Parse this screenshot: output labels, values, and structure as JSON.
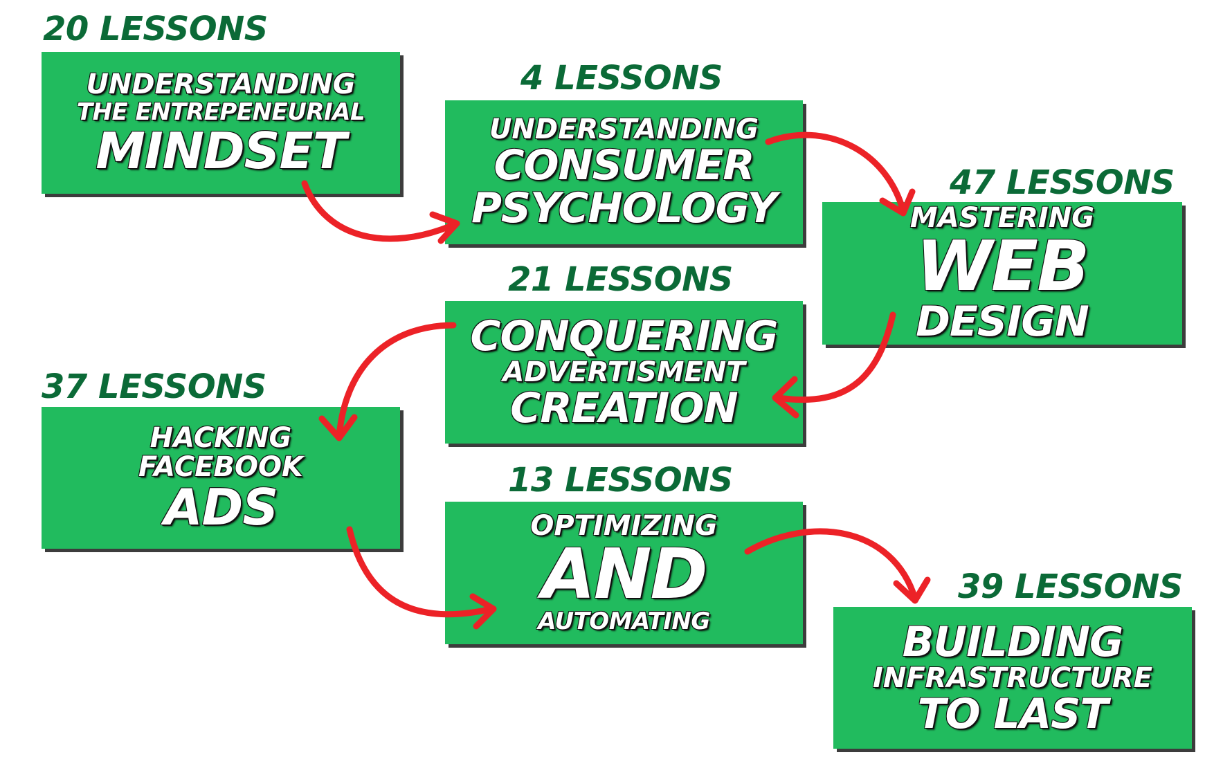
{
  "modules": [
    {
      "lessons": "20 LESSONS",
      "lines": [
        "UNDERSTANDING",
        "THE ENTREPENEURIAL",
        "MINDSET"
      ]
    },
    {
      "lessons": "4 LESSONS",
      "lines": [
        "UNDERSTANDING",
        "CONSUMER",
        "PSYCHOLOGY"
      ]
    },
    {
      "lessons": "47 LESSONS",
      "lines": [
        "MASTERING",
        "WEB",
        "DESIGN"
      ]
    },
    {
      "lessons": "21 LESSONS",
      "lines": [
        "CONQUERING",
        "ADVERTISMENT",
        "CREATION"
      ]
    },
    {
      "lessons": "37 LESSONS",
      "lines": [
        "HACKING",
        "FACEBOOK",
        "ADS"
      ]
    },
    {
      "lessons": "13 LESSONS",
      "lines": [
        "OPTIMIZING",
        "AND",
        "AUTOMATING"
      ]
    },
    {
      "lessons": "39 LESSONS",
      "lines": [
        "BUILDING",
        "INFRASTRUCTURE",
        "TO LAST"
      ]
    }
  ],
  "colors": {
    "box_fill": "#21bb5e",
    "lesson_text": "#0b6a37",
    "arrow": "#ec2227",
    "box_shadow": "#3c3c3c"
  }
}
